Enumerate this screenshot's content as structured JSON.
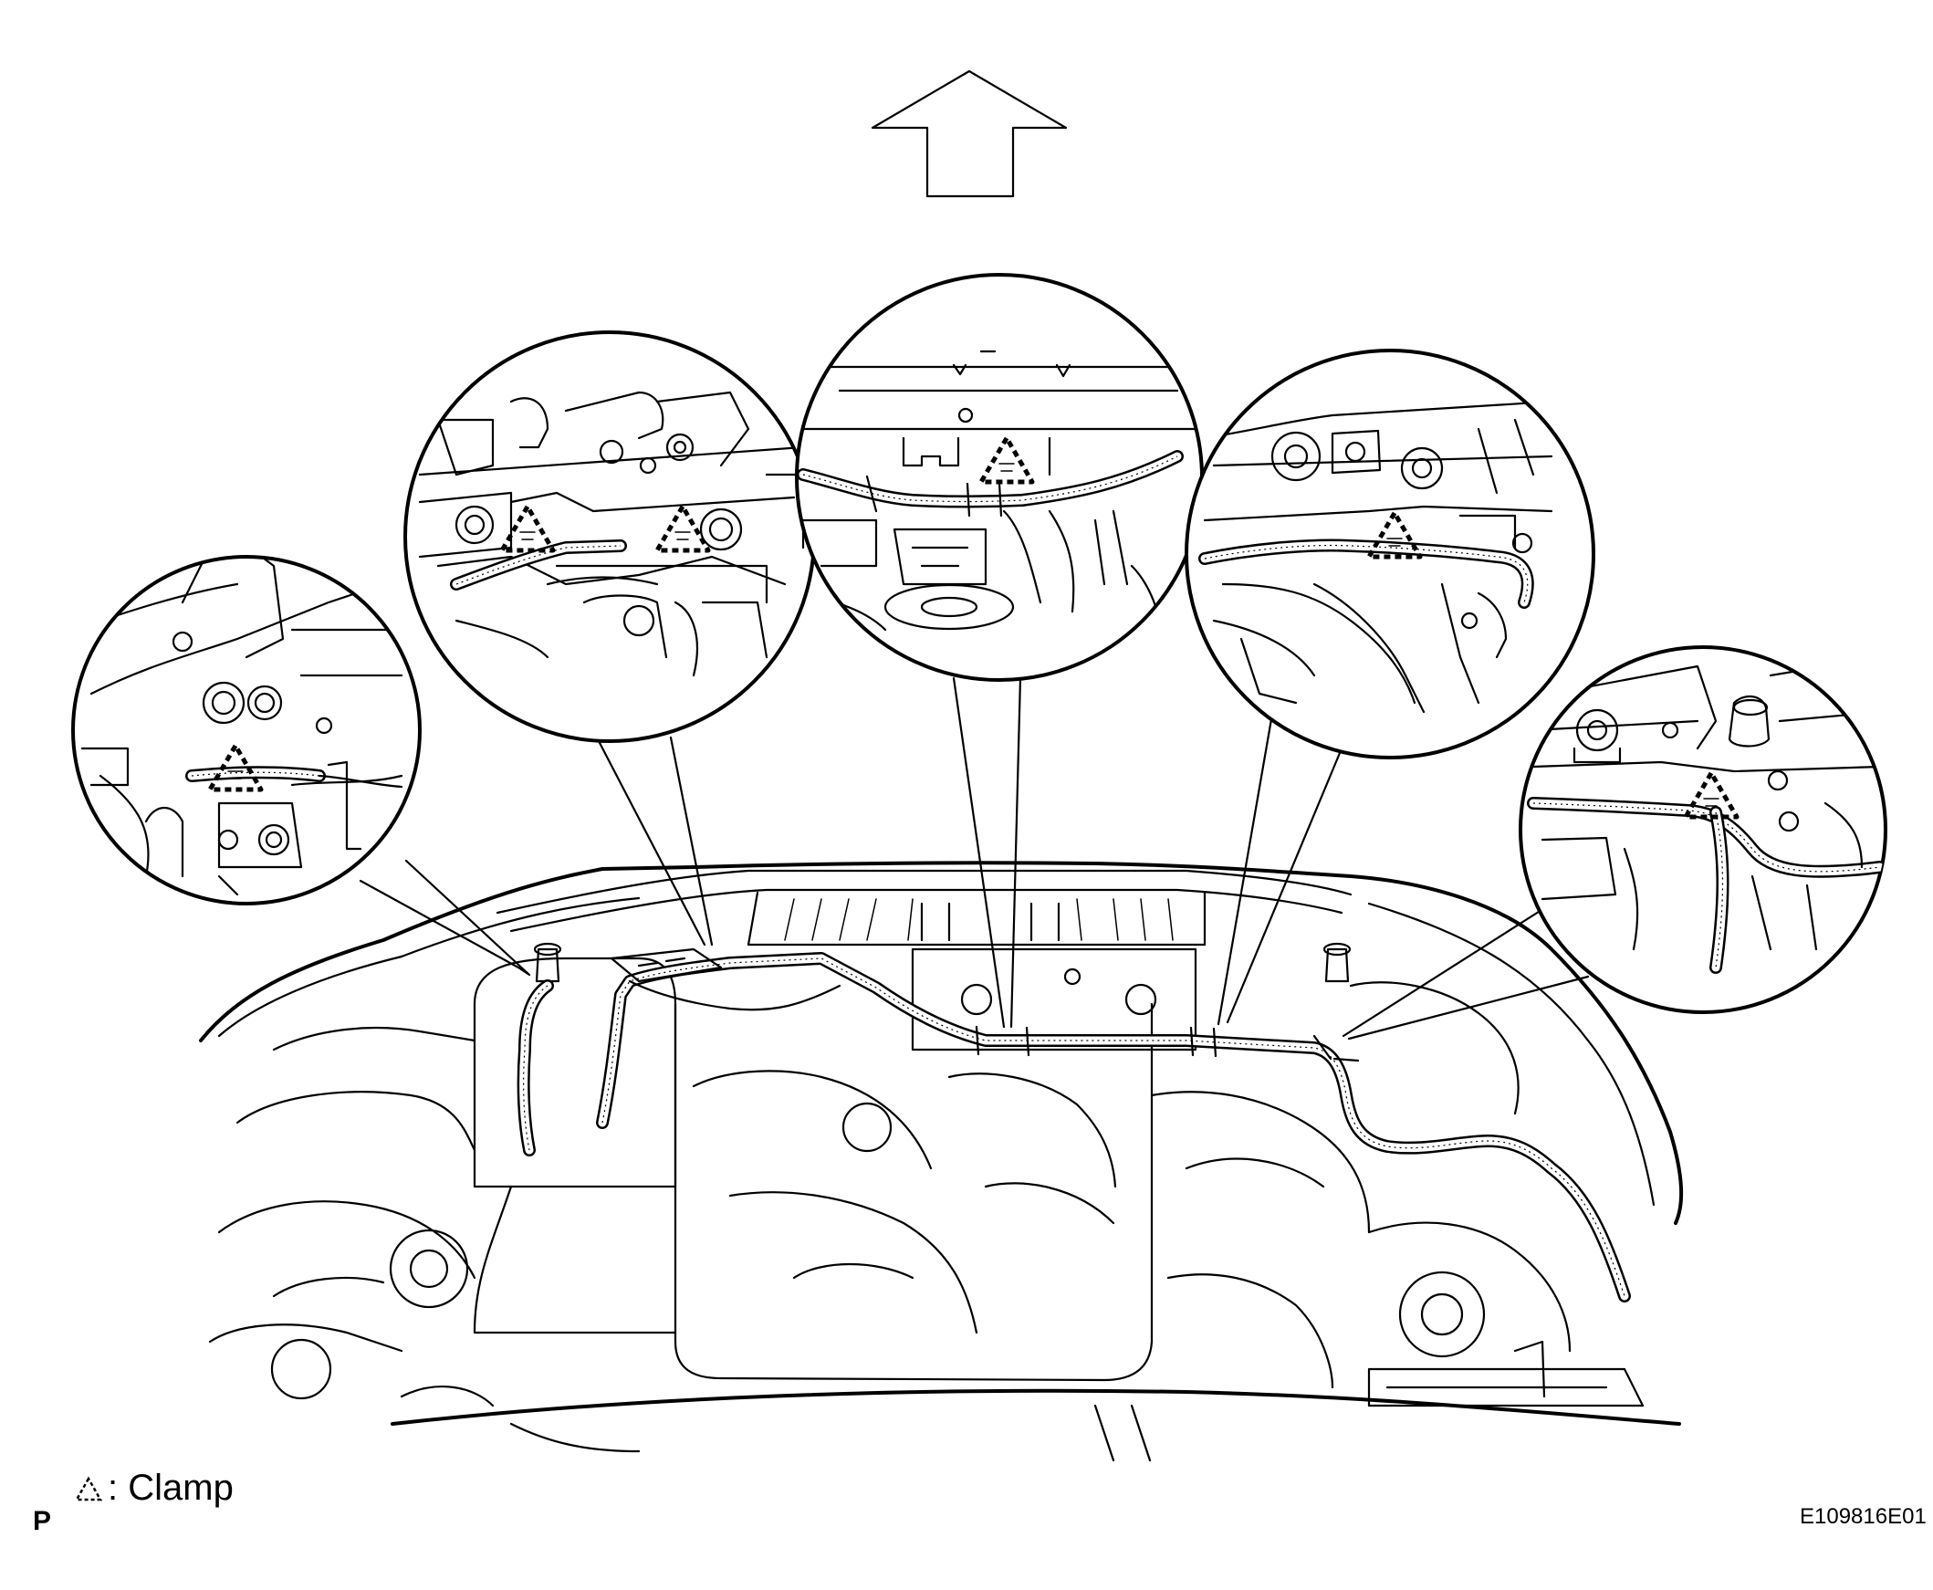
{
  "legend": {
    "marker": "P",
    "symbol_label": ": Clamp"
  },
  "figure_code": "E109816E01",
  "icons": {
    "orientation": "up-arrow-icon",
    "clamp": "clamp-triangle-icon"
  }
}
